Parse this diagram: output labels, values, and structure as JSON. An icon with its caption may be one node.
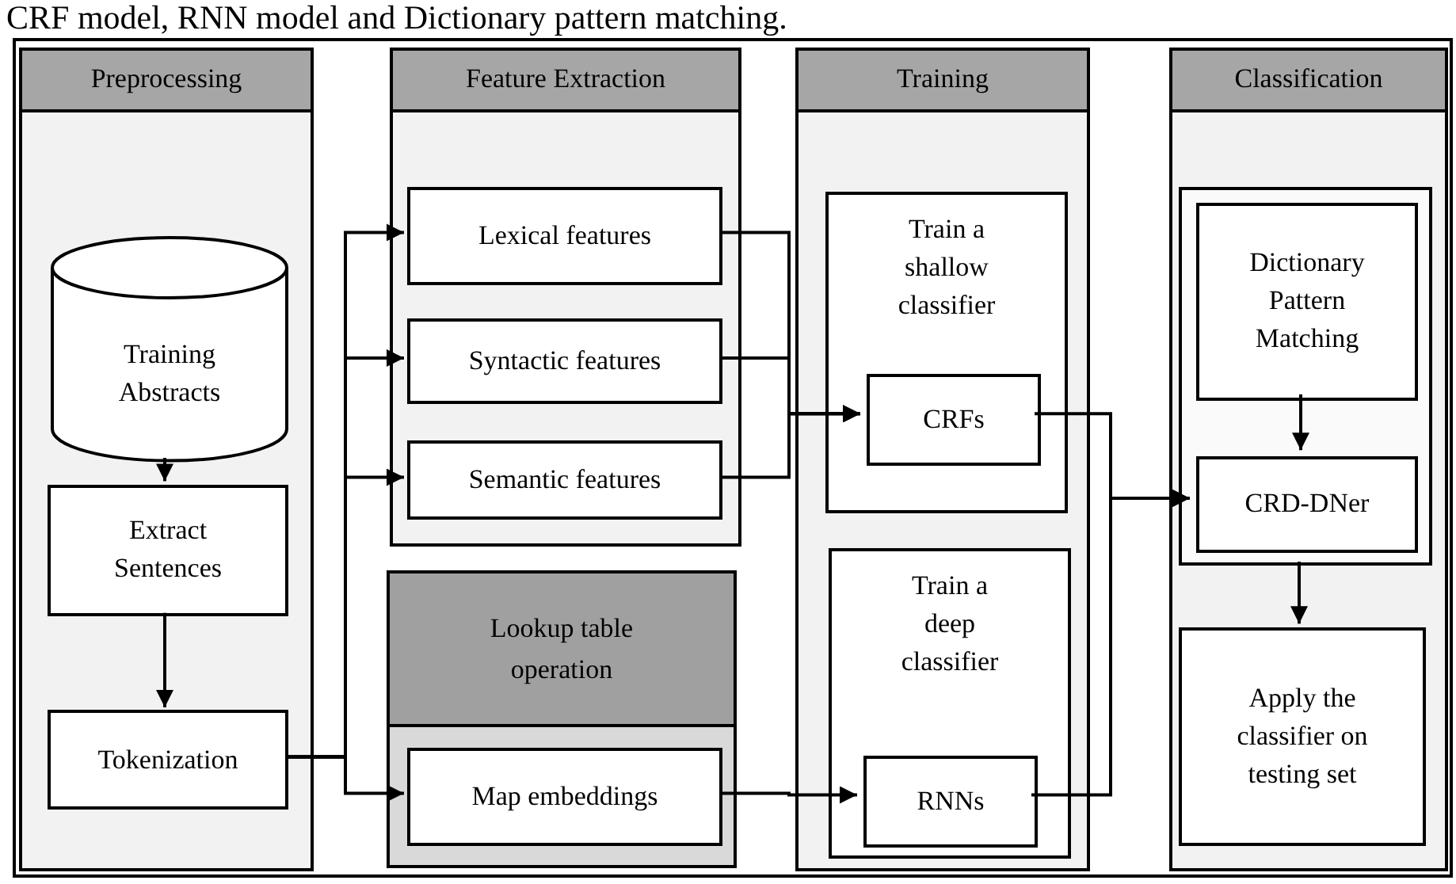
{
  "diagram": {
    "title": "CRF model, RNN model and Dictionary pattern matching.",
    "nodes": [
      {
        "text": [
          "Preprocessing"
        ]
      },
      {
        "text": [
          "Training Abstracts"
        ],
        "in": 0
      },
      {
        "text": [
          "Extract Sentences"
        ],
        "in": 0
      },
      {
        "text": [
          "Tokenization"
        ],
        "in": 0
      },
      {
        "text": [
          "Feature Extraction"
        ]
      },
      {
        "text": [
          "Lexical features"
        ],
        "in": 4
      },
      {
        "text": [
          "Syntactic features"
        ],
        "in": 4
      },
      {
        "text": [
          "Semantic features"
        ],
        "in": 4
      },
      {
        "text": [
          "Lookup table operation"
        ]
      },
      {
        "text": [
          "Map embeddings"
        ],
        "in": 8
      },
      {
        "text": [
          "Training"
        ]
      },
      {
        "text": [
          "Train a shallow classifier"
        ],
        "in": 10
      },
      {
        "text": [
          "CRFs"
        ],
        "in": 11
      },
      {
        "text": [
          "Train a deep classifier"
        ],
        "in": 10
      },
      {
        "text": [
          "RNNs"
        ],
        "in": 13
      },
      {
        "text": [
          "Classification"
        ]
      },
      {
        "text": [],
        "shape": "box",
        "in": 15
      },
      {
        "text": [
          "Dictionary Pattern Matching"
        ],
        "in": 16
      },
      {
        "text": [
          "CRD-DNer"
        ],
        "in": 16
      },
      {
        "text": [
          "Apply the classifier on testing set"
        ],
        "in": 15
      }
    ],
    "edges": [
      {
        "from": 1,
        "to": 2,
        "arrow": "to"
      },
      {
        "from": 2,
        "to": 3,
        "arrow": "to"
      },
      {
        "from": 3,
        "to": 5,
        "arrow": "to"
      },
      {
        "from": 3,
        "to": 6,
        "arrow": "to"
      },
      {
        "from": 3,
        "to": 7,
        "arrow": "to"
      },
      {
        "from": 3,
        "to": 9,
        "arrow": "to"
      },
      {
        "from": 5,
        "to": 12,
        "arrow": "to"
      },
      {
        "from": 6,
        "to": 12,
        "arrow": "to"
      },
      {
        "from": 7,
        "to": 12,
        "arrow": "to"
      },
      {
        "from": 9,
        "to": 14,
        "arrow": "to"
      },
      {
        "from": 12,
        "to": 18,
        "arrow": "to"
      },
      {
        "from": 14,
        "to": 18,
        "arrow": "to"
      },
      {
        "from": 17,
        "to": 18,
        "arrow": "to"
      },
      {
        "from": 16,
        "to": 19,
        "arrow": "to"
      }
    ]
  }
}
